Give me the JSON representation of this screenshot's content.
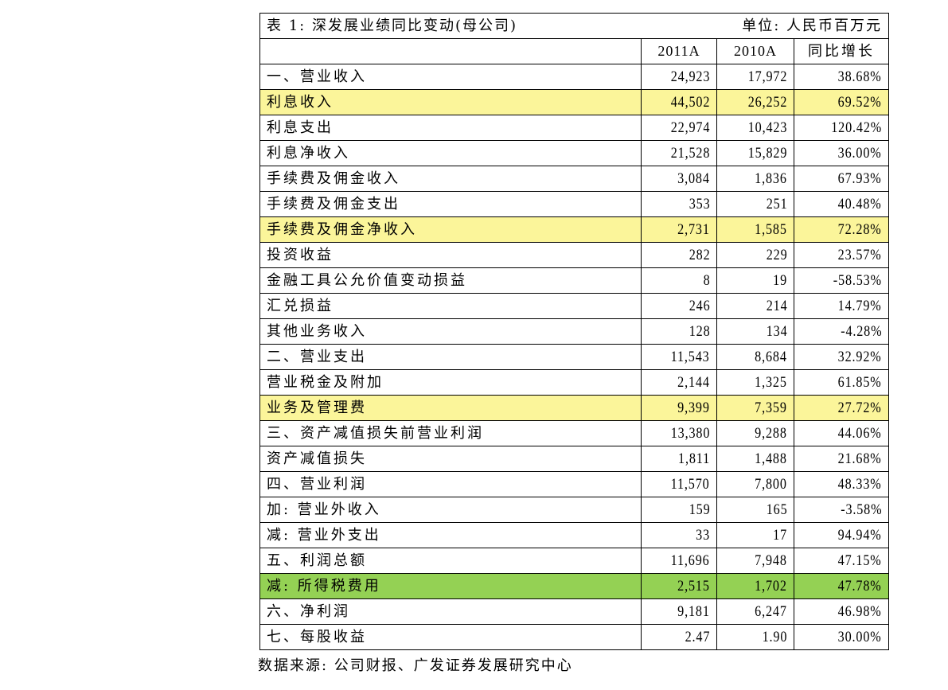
{
  "table": {
    "title": "表 1:  深发展业绩同比变动(母公司)",
    "unit": "单位: 人民币百万元",
    "columns": [
      "",
      "2011A",
      "2010A",
      "同比增长"
    ],
    "rows": [
      {
        "label": "一、营业收入",
        "y2011": "24,923",
        "y2010": "17,972",
        "growth": "38.68%",
        "highlight": "none"
      },
      {
        "label": "利息收入",
        "y2011": "44,502",
        "y2010": "26,252",
        "growth": "69.52%",
        "highlight": "yellow"
      },
      {
        "label": "利息支出",
        "y2011": "22,974",
        "y2010": "10,423",
        "growth": "120.42%",
        "highlight": "none"
      },
      {
        "label": "利息净收入",
        "y2011": "21,528",
        "y2010": "15,829",
        "growth": "36.00%",
        "highlight": "none"
      },
      {
        "label": "手续费及佣金收入",
        "y2011": "3,084",
        "y2010": "1,836",
        "growth": "67.93%",
        "highlight": "none"
      },
      {
        "label": "手续费及佣金支出",
        "y2011": "353",
        "y2010": "251",
        "growth": "40.48%",
        "highlight": "none"
      },
      {
        "label": "手续费及佣金净收入",
        "y2011": "2,731",
        "y2010": "1,585",
        "growth": "72.28%",
        "highlight": "yellow"
      },
      {
        "label": "投资收益",
        "y2011": "282",
        "y2010": "229",
        "growth": "23.57%",
        "highlight": "none"
      },
      {
        "label": "金融工具公允价值变动损益",
        "y2011": "8",
        "y2010": "19",
        "growth": "-58.53%",
        "highlight": "none"
      },
      {
        "label": "汇兑损益",
        "y2011": "246",
        "y2010": "214",
        "growth": "14.79%",
        "highlight": "none"
      },
      {
        "label": "其他业务收入",
        "y2011": "128",
        "y2010": "134",
        "growth": "-4.28%",
        "highlight": "none"
      },
      {
        "label": "二、营业支出",
        "y2011": "11,543",
        "y2010": "8,684",
        "growth": "32.92%",
        "highlight": "none"
      },
      {
        "label": "营业税金及附加",
        "y2011": "2,144",
        "y2010": "1,325",
        "growth": "61.85%",
        "highlight": "none"
      },
      {
        "label": "业务及管理费",
        "y2011": "9,399",
        "y2010": "7,359",
        "growth": "27.72%",
        "highlight": "yellow"
      },
      {
        "label": "三、资产减值损失前营业利润",
        "y2011": "13,380",
        "y2010": "9,288",
        "growth": "44.06%",
        "highlight": "none"
      },
      {
        "label": "资产减值损失",
        "y2011": "1,811",
        "y2010": "1,488",
        "growth": "21.68%",
        "highlight": "none"
      },
      {
        "label": "四、营业利润",
        "y2011": "11,570",
        "y2010": "7,800",
        "growth": "48.33%",
        "highlight": "none"
      },
      {
        "label": "加: 营业外收入",
        "y2011": "159",
        "y2010": "165",
        "growth": "-3.58%",
        "highlight": "none"
      },
      {
        "label": "减: 营业外支出",
        "y2011": "33",
        "y2010": "17",
        "growth": "94.94%",
        "highlight": "none"
      },
      {
        "label": "五、利润总额",
        "y2011": "11,696",
        "y2010": "7,948",
        "growth": "47.15%",
        "highlight": "none"
      },
      {
        "label": "减: 所得税费用",
        "y2011": "2,515",
        "y2010": "1,702",
        "growth": "47.78%",
        "highlight": "green"
      },
      {
        "label": "六、净利润",
        "y2011": "9,181",
        "y2010": "6,247",
        "growth": "46.98%",
        "highlight": "none"
      },
      {
        "label": "七、每股收益",
        "y2011": "2.47",
        "y2010": "1.90",
        "growth": "30.00%",
        "highlight": "none"
      }
    ]
  },
  "footnote": "数据来源: 公司财报、广发证券发展研究中心",
  "colors": {
    "highlight_yellow": "#fbf59a",
    "highlight_green": "#94d154",
    "border": "#000000"
  }
}
